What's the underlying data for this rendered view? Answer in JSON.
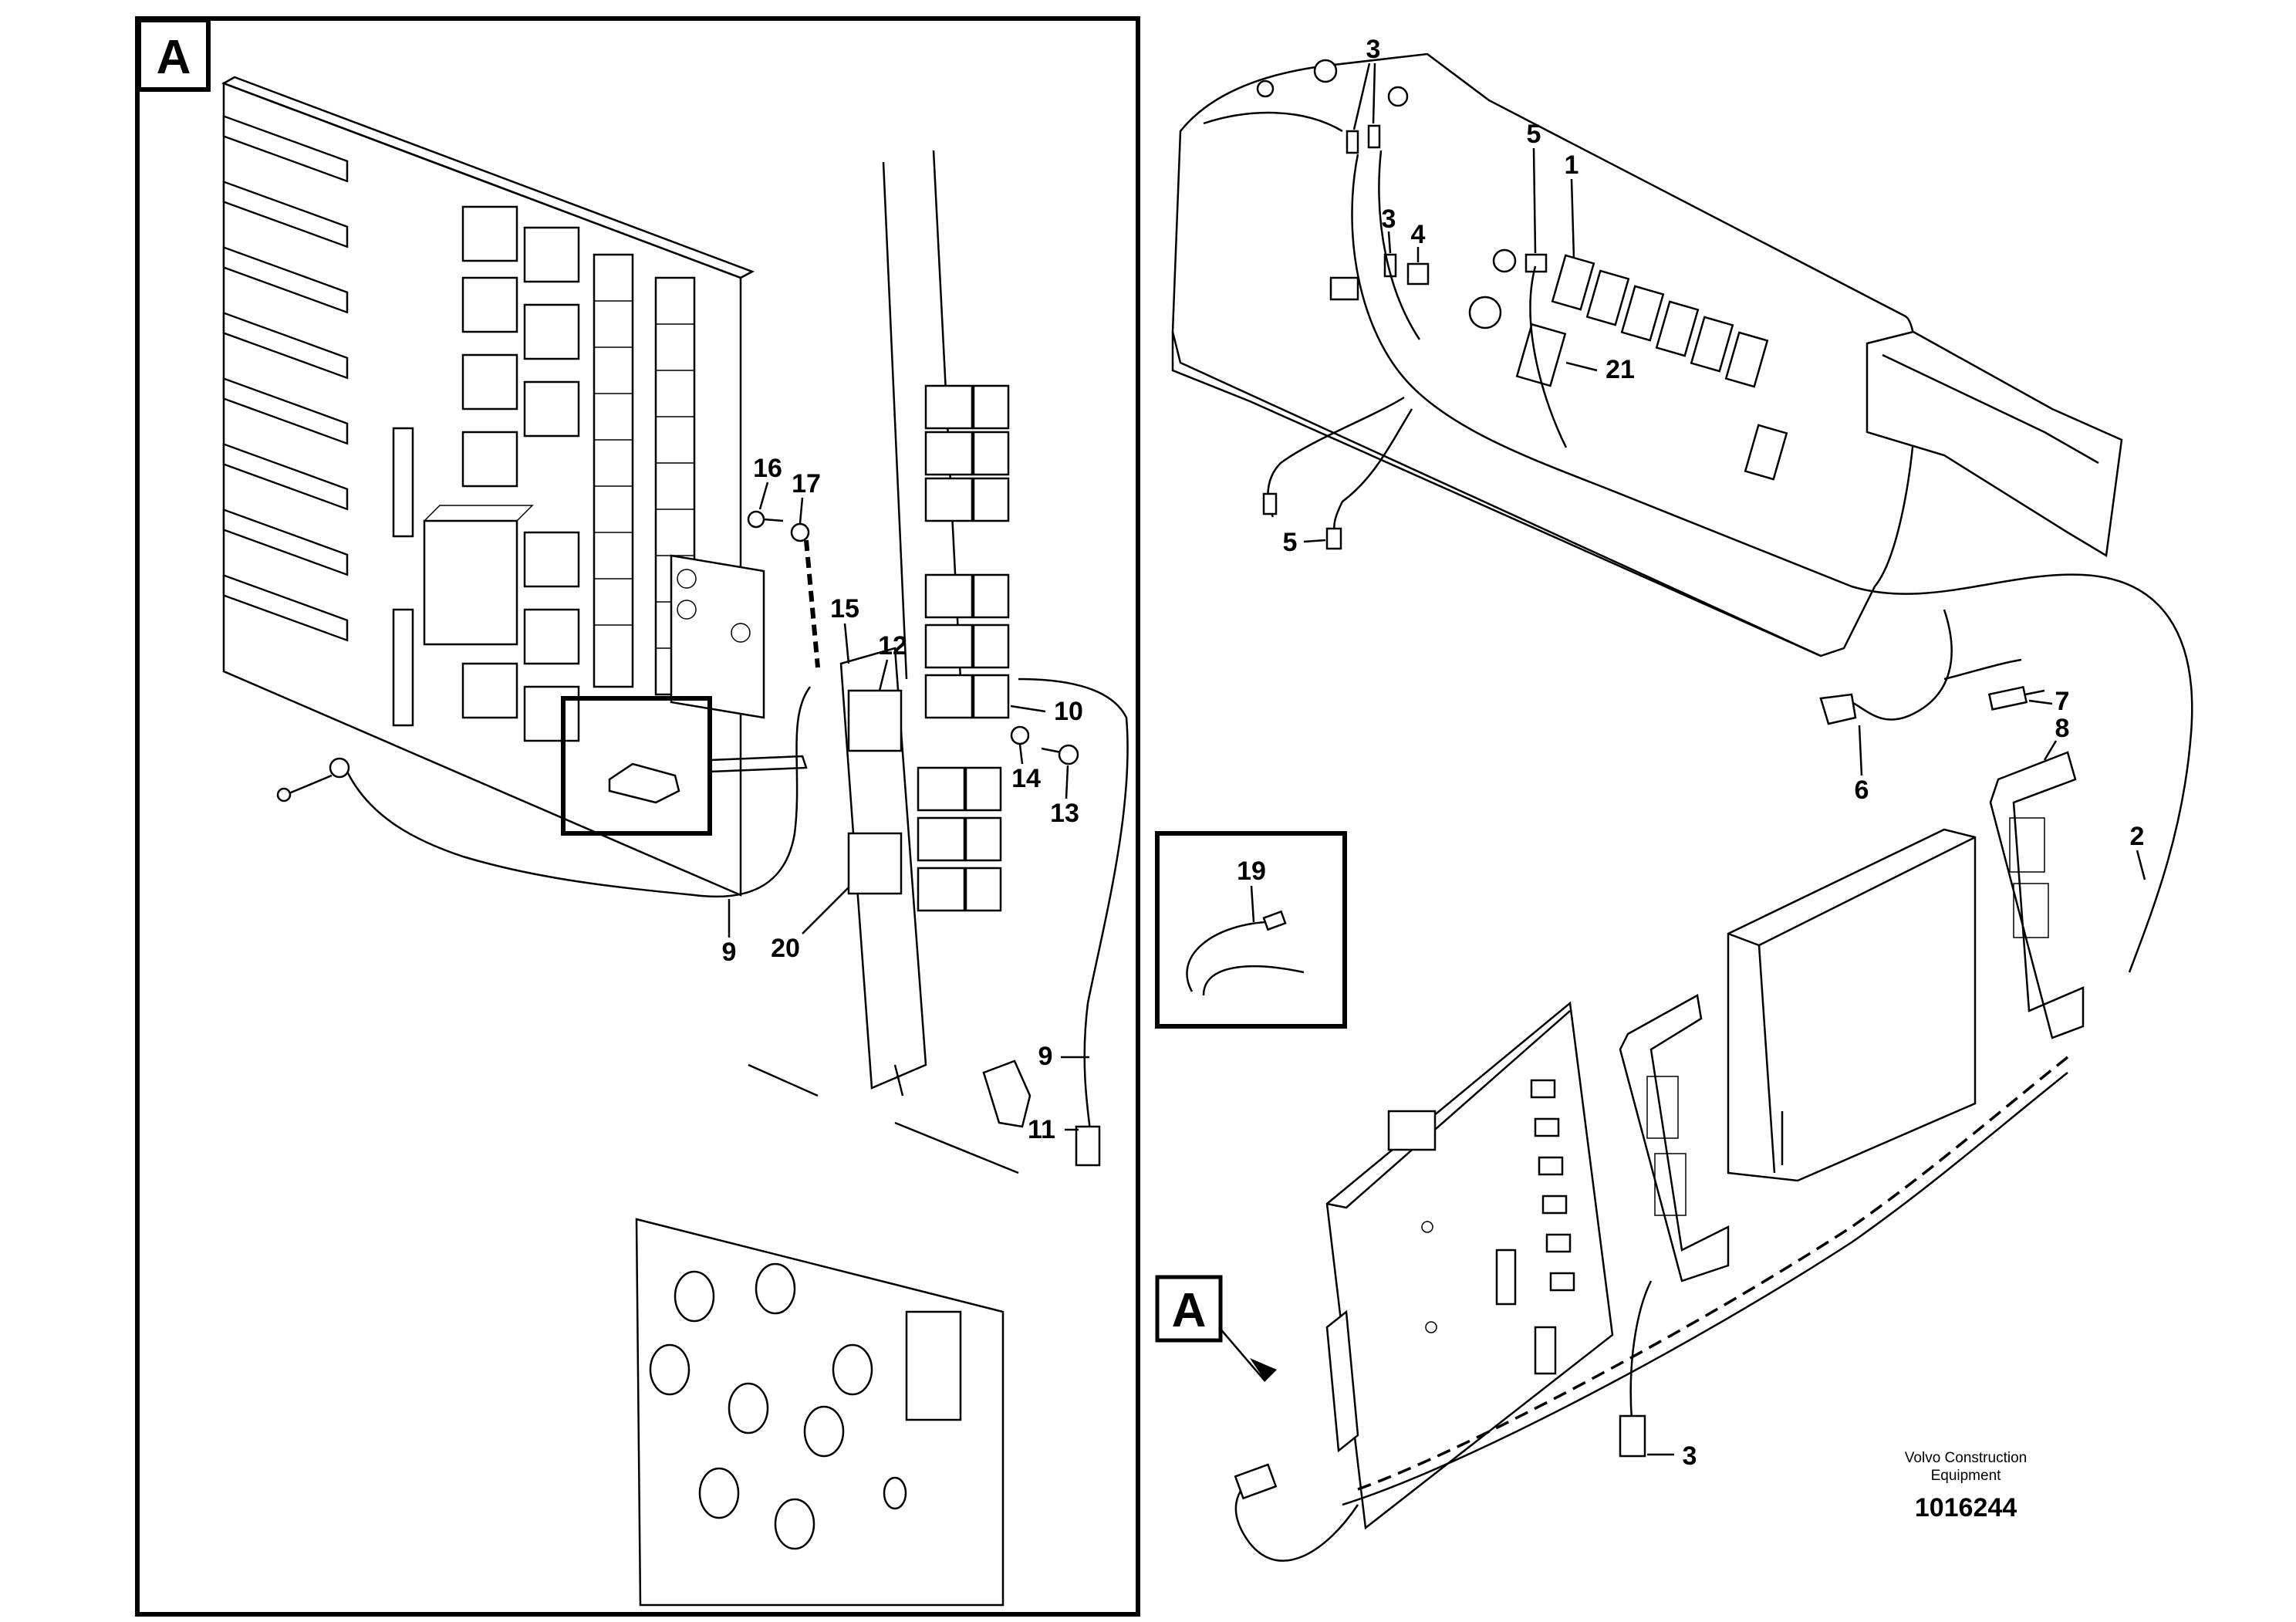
{
  "views": {
    "detail_a_letter": "A",
    "main_a_letter": "A"
  },
  "callouts": {
    "c1": "1",
    "c2": "2",
    "c3a": "3",
    "c3b": "3",
    "c3c": "3",
    "c4": "4",
    "c5a": "5",
    "c5b": "5",
    "c6": "6",
    "c7": "7",
    "c8": "8",
    "c9a": "9",
    "c9b": "9",
    "c10": "10",
    "c11": "11",
    "c12": "12",
    "c13": "13",
    "c14": "14",
    "c15": "15",
    "c16": "16",
    "c17": "17",
    "c19": "19",
    "c20": "20",
    "c21": "21"
  },
  "credit": {
    "line1": "Volvo Construction",
    "line2": "Equipment",
    "drawing_number": "1016244"
  }
}
